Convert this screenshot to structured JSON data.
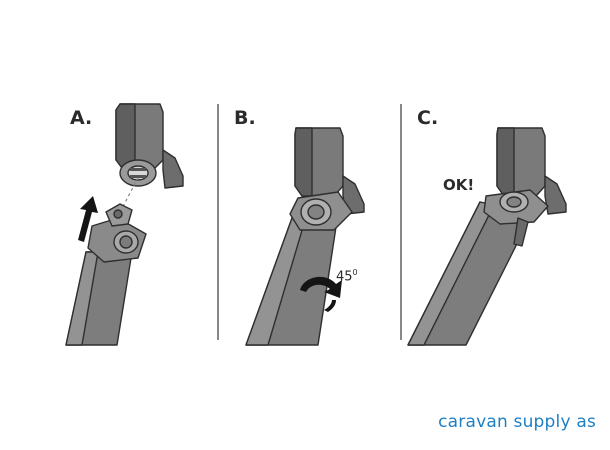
{
  "steps": [
    {
      "label": "A."
    },
    {
      "label": "B."
    },
    {
      "label": "C."
    }
  ],
  "annotations": {
    "angle_value": "45",
    "angle_unit": "0",
    "ok_text": "OK!"
  },
  "brand": {
    "text": "caravan supply as"
  },
  "colors": {
    "part_dark": "#6d6d6d",
    "part_mid": "#8a8a8a",
    "part_light": "#b3b3b3",
    "outline": "#2f2f2f",
    "divider": "#555555",
    "brand": "#1e7fc4"
  },
  "icons": [
    "up-arrow-icon",
    "rotate-arrow-icon"
  ]
}
